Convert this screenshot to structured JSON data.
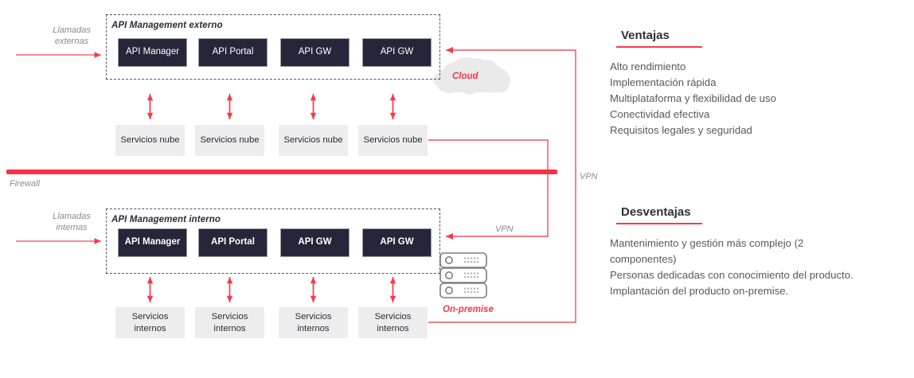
{
  "diagram": {
    "external_zone": {
      "title": "API Management externo",
      "boxes": [
        {
          "label": "API Manager"
        },
        {
          "label": "API Portal"
        },
        {
          "label": "API GW"
        },
        {
          "label": "API GW"
        }
      ],
      "services": [
        {
          "label": "Servicios\nnube"
        },
        {
          "label": "Servicios\nnube"
        },
        {
          "label": "Servicios\nnube"
        },
        {
          "label": "Servicios\nnube"
        }
      ],
      "entry_label": "Llamadas\nexternas"
    },
    "internal_zone": {
      "title": "API Management interno",
      "boxes": [
        {
          "label": "API Manager"
        },
        {
          "label": "API  Portal"
        },
        {
          "label": "API GW"
        },
        {
          "label": "API GW"
        }
      ],
      "services": [
        {
          "label": "Servicios\ninternos"
        },
        {
          "label": "Servicios\ninternos"
        },
        {
          "label": "Servicios\ninternos"
        },
        {
          "label": "Servicios\ninternos"
        }
      ],
      "entry_label": "Llamadas\ninternas"
    },
    "firewall_label": "Firewall",
    "cloud_label": "Cloud",
    "onpremise_label": "On-premise",
    "vpn_outer_label": "VPN",
    "vpn_inner_label": "VPN"
  },
  "panels": {
    "advantages": {
      "heading": "Ventajas",
      "items": [
        "Alto rendimiento",
        "Implementación rápida",
        "Multiplataforma y flexibilidad de uso",
        "Conectividad efectiva",
        "Requisitos legales y seguridad"
      ]
    },
    "disadvantages": {
      "heading": "Desventajas",
      "items": [
        "Mantenimiento y gestión más complejo (2\ncomponentes)",
        "Personas dedicadas con conocimiento del producto.",
        "Implantación del producto on-premise."
      ]
    }
  },
  "colors": {
    "accent_red": "#f9394c",
    "dark_box": "#25263a",
    "service_gray": "#ededed",
    "muted_text": "#8a8a92"
  }
}
